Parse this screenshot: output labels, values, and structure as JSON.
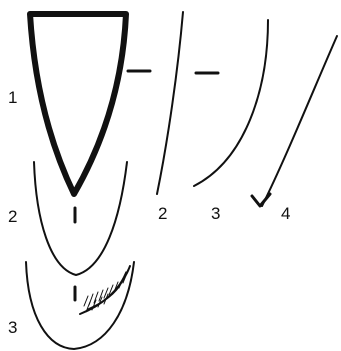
{
  "figure": {
    "ink_color": "#111111",
    "background": "#ffffff",
    "left_views": [
      {
        "label": "1"
      },
      {
        "label": "2"
      },
      {
        "label": "3"
      }
    ],
    "right_views": [
      {
        "label": "2"
      },
      {
        "label": "3"
      },
      {
        "label": "4"
      }
    ]
  }
}
